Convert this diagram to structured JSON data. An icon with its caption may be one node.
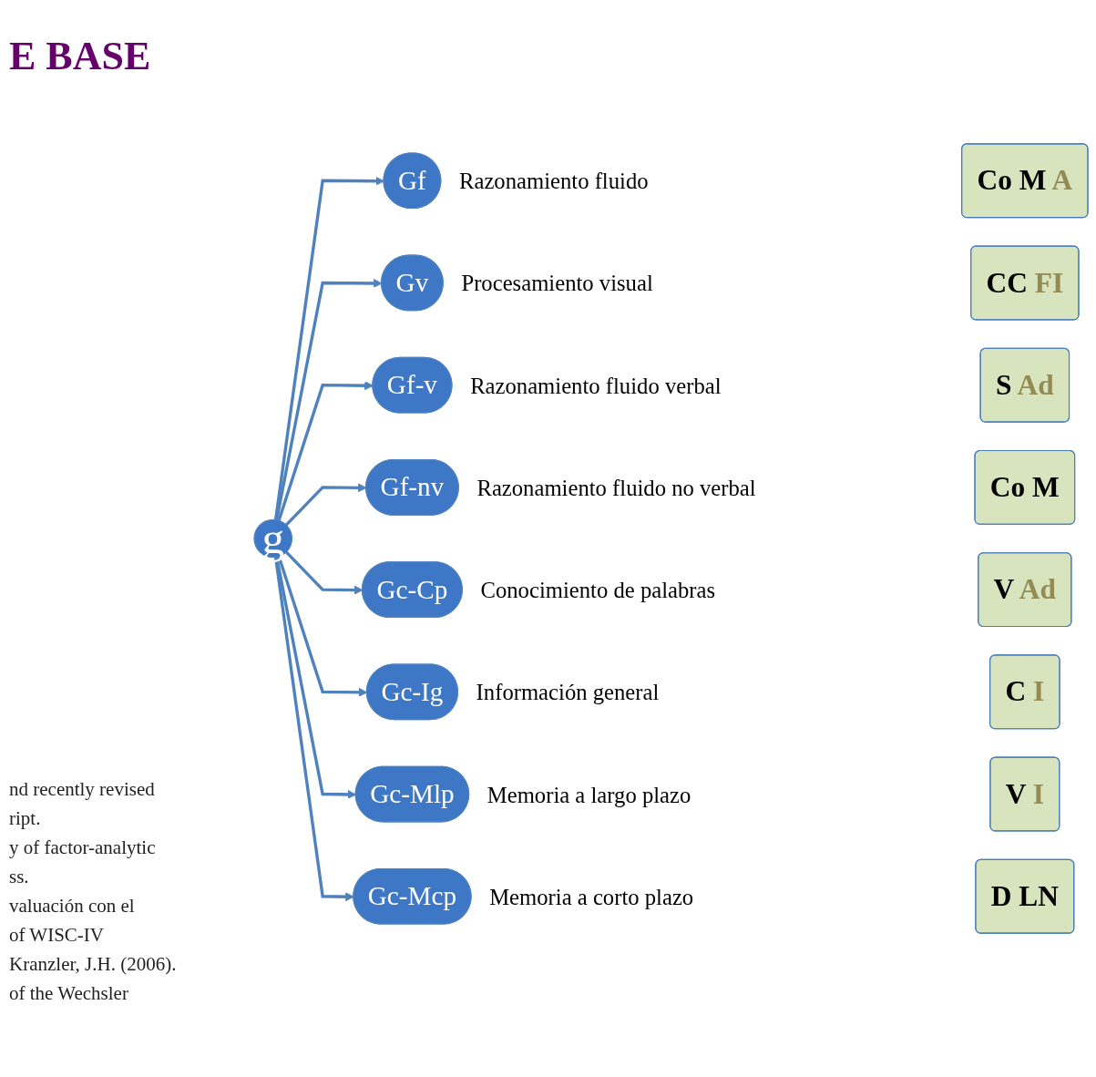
{
  "diagram": {
    "title": "E BASE",
    "nodes": [
      {
        "text": [
          "g"
        ]
      },
      {
        "text": [
          "Gf"
        ],
        "beside": [
          "Razonamiento fluido"
        ]
      },
      {
        "text": [
          "Gv"
        ],
        "beside": [
          "Procesamiento visual"
        ]
      },
      {
        "text": [
          "Gf-v"
        ],
        "beside": [
          "Razonamiento fluido verbal"
        ]
      },
      {
        "text": [
          "Gf-nv"
        ],
        "beside": [
          "Razonamiento fluido no verbal"
        ]
      },
      {
        "text": [
          "Gc-Cp"
        ],
        "beside": [
          "Conocimiento de palabras"
        ]
      },
      {
        "text": [
          "Gc-Ig"
        ],
        "beside": [
          "Información general"
        ]
      },
      {
        "text": [
          "Gc-Mlp"
        ],
        "beside": [
          "Memoria a largo plazo"
        ]
      },
      {
        "text": [
          "Gc-Mcp"
        ],
        "beside": [
          "Memoria a corto plazo"
        ]
      },
      {
        "text": [
          "Co  M",
          "A"
        ]
      },
      {
        "text": [
          "CC",
          "FI"
        ]
      },
      {
        "text": [
          "S",
          "Ad"
        ]
      },
      {
        "text": [
          "Co   M"
        ]
      },
      {
        "text": [
          "V",
          "Ad"
        ]
      },
      {
        "text": [
          "C",
          "I"
        ]
      },
      {
        "text": [
          "V",
          "I"
        ]
      },
      {
        "text": [
          "D  LN"
        ]
      }
    ],
    "edges": [
      {
        "from": 0,
        "to": 1,
        "arrow": "to"
      },
      {
        "from": 0,
        "to": 2,
        "arrow": "to"
      },
      {
        "from": 0,
        "to": 3,
        "arrow": "to"
      },
      {
        "from": 0,
        "to": 4,
        "arrow": "to"
      },
      {
        "from": 0,
        "to": 5,
        "arrow": "to"
      },
      {
        "from": 0,
        "to": 6,
        "arrow": "to"
      },
      {
        "from": 0,
        "to": 7,
        "arrow": "to"
      },
      {
        "from": 0,
        "to": 8,
        "arrow": "to"
      }
    ],
    "labels": [
      "nd recently revised",
      "ript.",
      "y of factor-analytic",
      "ss.",
      "valuación con el",
      "of WISC-IV",
      "Kranzler, J.H. (2006).",
      "of the Wechsler"
    ]
  }
}
